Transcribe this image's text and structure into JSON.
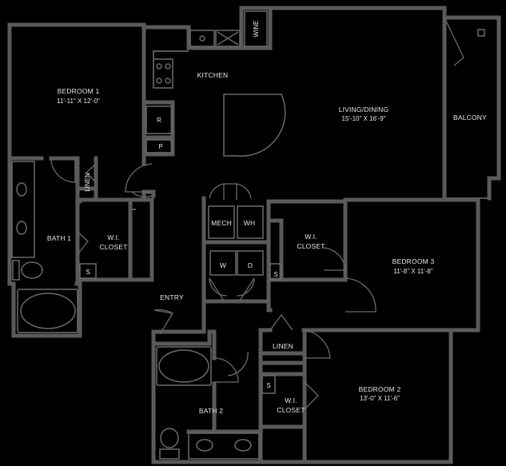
{
  "rooms": {
    "bedroom1": {
      "name": "BEDROOM 1",
      "dims": "11'-11\" X 12'-0\""
    },
    "kitchen": {
      "name": "KITCHEN"
    },
    "wine": {
      "name": "WINE"
    },
    "living": {
      "name": "LIVING/DINING",
      "dims": "15'-10\" X 16'-9\""
    },
    "balcony": {
      "name": "BALCONY"
    },
    "bath1": {
      "name": "BATH 1"
    },
    "linen1": {
      "name": "LINEN"
    },
    "closet1": {
      "line1": "W.I.",
      "line2": "CLOSET"
    },
    "mech": {
      "name": "MECH"
    },
    "wh": {
      "name": "WH"
    },
    "closet3": {
      "line1": "W.I.",
      "line2": "CLOSET"
    },
    "bedroom3": {
      "name": "BEDROOM 3",
      "dims": "11'-8\" X 11'-8\""
    },
    "washer": {
      "name": "W"
    },
    "dryer": {
      "name": "D"
    },
    "entry": {
      "name": "ENTRY"
    },
    "linen2": {
      "name": "LINEN"
    },
    "bath2": {
      "name": "BATH 2"
    },
    "closet2": {
      "line1": "W.I.",
      "line2": "CLOSET"
    },
    "bedroom2": {
      "name": "BEDROOM 2",
      "dims": "13'-0\" X 11'-6\""
    }
  },
  "appliances": {
    "refrigerator": "R",
    "pantry": "P",
    "shelf_bath1": "S",
    "shelf_closet3": "S",
    "shelf_closet2": "S"
  },
  "colors": {
    "background": "#000000",
    "wall": "#5a5a5a",
    "text": "#e6e6e6"
  }
}
